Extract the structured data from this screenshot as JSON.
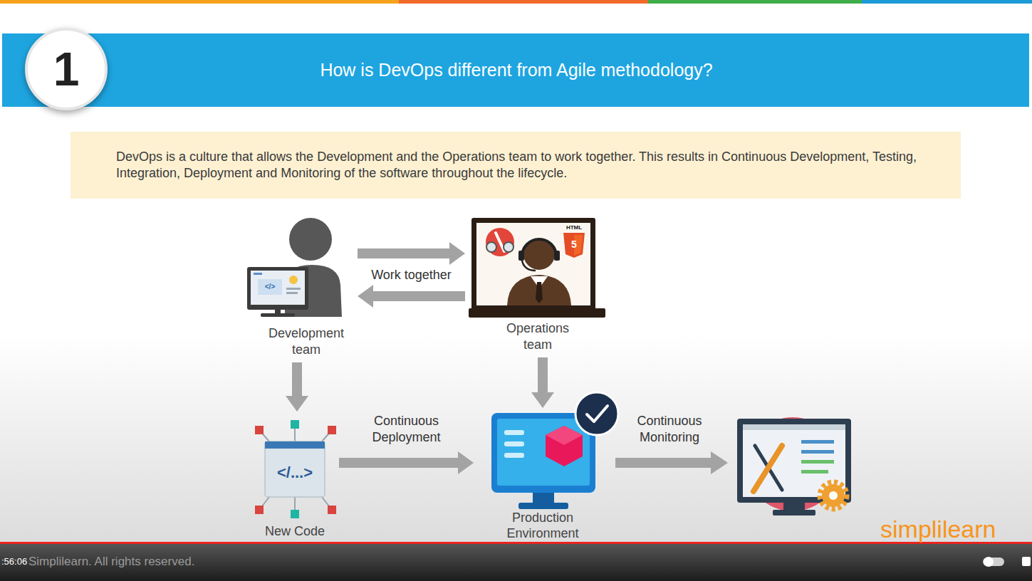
{
  "diagram": {
    "title": "How is DevOps different from Agile methodology?",
    "nodes": [
      {
        "text": [
          "1"
        ]
      },
      {
        "text": [
          "DevOps is a culture that allows the Development and the Operations team to work together. This results in Continuous Development, Testing, Integration, Deployment and Monitoring of the software throughout the lifecycle."
        ]
      },
      {
        "text": [
          "Development team"
        ]
      },
      {
        "text": [
          "Operations team"
        ]
      },
      {
        "text": [
          "New Code"
        ]
      },
      {
        "text": [
          "Production Environment"
        ]
      }
    ],
    "edges": [
      {
        "from": 2,
        "to": 3,
        "arrow": "to",
        "label": "Work together"
      },
      {
        "from": 3,
        "to": 2,
        "arrow": "to"
      },
      {
        "from": 2,
        "to": 4,
        "arrow": "to"
      },
      {
        "from": 3,
        "to": 5,
        "arrow": "to"
      },
      {
        "from": 4,
        "to": 5,
        "arrow": "to",
        "label": "Continuous Deployment"
      }
    ],
    "labels": [
      "Continuous Monitoring",
      "HTML",
      "5",
      "</>",
      "</...>",
      "simplilearn",
      ":56:06",
      "Simplilearn. All rights reserved."
    ]
  }
}
